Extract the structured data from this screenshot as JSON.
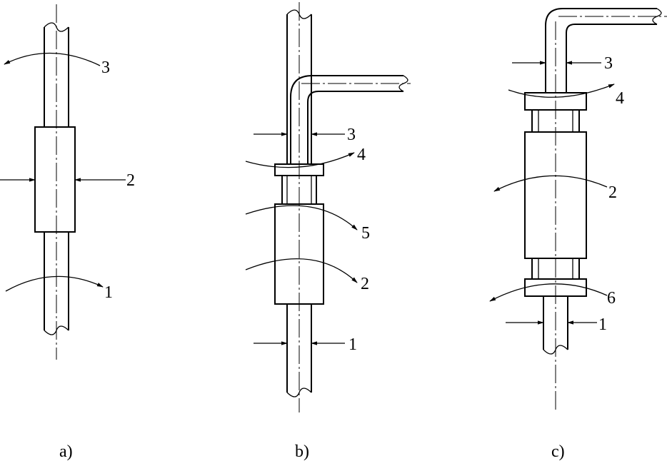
{
  "figure": {
    "panels": [
      {
        "id": "a",
        "caption": "a)",
        "labels": {
          "n1": "1",
          "n2": "2",
          "n3": "3"
        }
      },
      {
        "id": "b",
        "caption": "b)",
        "labels": {
          "n1": "1",
          "n2": "2",
          "n3": "3",
          "n4": "4",
          "n5": "5"
        }
      },
      {
        "id": "c",
        "caption": "c)",
        "labels": {
          "n1": "1",
          "n2": "2",
          "n3": "3",
          "n4": "4",
          "n6": "6"
        }
      }
    ]
  }
}
